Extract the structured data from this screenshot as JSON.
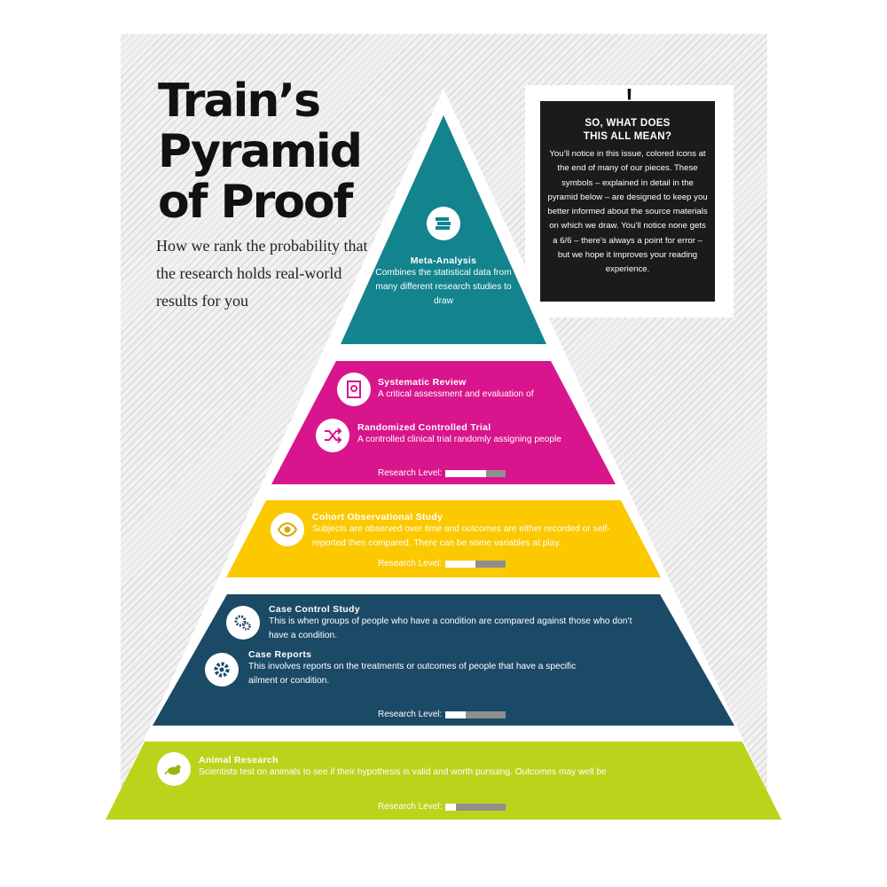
{
  "title": "Train’s\nPyramid\nof Proof",
  "subtitle": "How we rank the probability that the research holds real-world results for you",
  "callout": {
    "mark": "!",
    "heading": "SO, WHAT DOES\nTHIS ALL MEAN?",
    "body": "You’ll notice in this issue, colored icons at the end of many of our pieces. These symbols – explained in detail in the pyramid below – are designed to keep you better informed about the source materials on which we draw. You’ll notice none gets a 6/6 – there’s always a point for error – but we hope it improves your reading experience."
  },
  "colors": {
    "teal": "#13838e",
    "magenta": "#d8158c",
    "yellow": "#fcc800",
    "navy": "#1b4a67",
    "lime": "#bcd31c"
  },
  "research_level_label": "Research Level:",
  "tiers": [
    {
      "name": "Meta-Analysis",
      "description": "Combines the statistical data from many different research studies to draw",
      "icon": "books-icon"
    },
    {
      "name": "Systematic Review",
      "description": "A critical assessment and evaluation of",
      "icon": "document-icon"
    },
    {
      "name": "Randomized Controlled Trial",
      "description": "A controlled clinical trial randomly assigning people",
      "icon": "shuffle-icon",
      "research_level": 0.67
    },
    {
      "name": "Cohort Observational Study",
      "description": "Subjects are observed over time and outcomes are either recorded or self-reported then compared. There can be some variables at play.",
      "icon": "eye-icon",
      "research_level": 0.5
    },
    {
      "name": "Case Control Study",
      "description": "This is when groups of people who have a condition are compared against those who don’t have a condition.",
      "icon": "gears-icon"
    },
    {
      "name": "Case Reports",
      "description": "This involves reports on the treatments or outcomes of people that have a specific ailment or condition.",
      "icon": "gear-icon",
      "research_level": 0.33
    },
    {
      "name": "Animal Research",
      "description": "Scientists test on animals to see if their hypothesis is valid and worth pursuing. Outcomes may well be",
      "icon": "mouse-icon",
      "research_level": 0.17
    }
  ]
}
